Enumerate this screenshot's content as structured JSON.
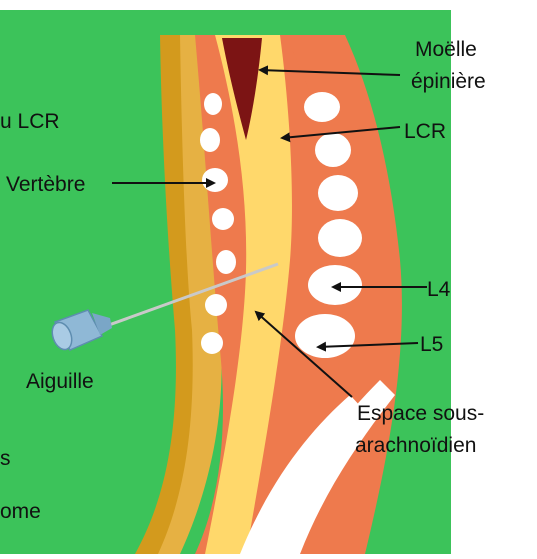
{
  "labels": {
    "moelle_line1": "Moëlle",
    "moelle_line2": "épinière",
    "lcr_partial": "u LCR",
    "lcr": "LCR",
    "vertebre": "Vertèbre",
    "l4": "L4",
    "l5": "L5",
    "aiguille": "Aiguille",
    "espace_line1": "Espace sous-",
    "espace_line2": "arachnoïdien",
    "partial_s": "s",
    "partial_ome": "ome"
  },
  "colors": {
    "background": "#3cc35a",
    "skin": "#d39a1d",
    "bone_tissue": "#ee7a4d",
    "spinal_canal": "#ffd86b",
    "spinal_cord": "#7c1414",
    "vertebra": "#ffffff",
    "needle_syringe": "#8fb8d6",
    "arrow": "#111111"
  },
  "icons": {
    "needle": "syringe-needle-icon"
  }
}
